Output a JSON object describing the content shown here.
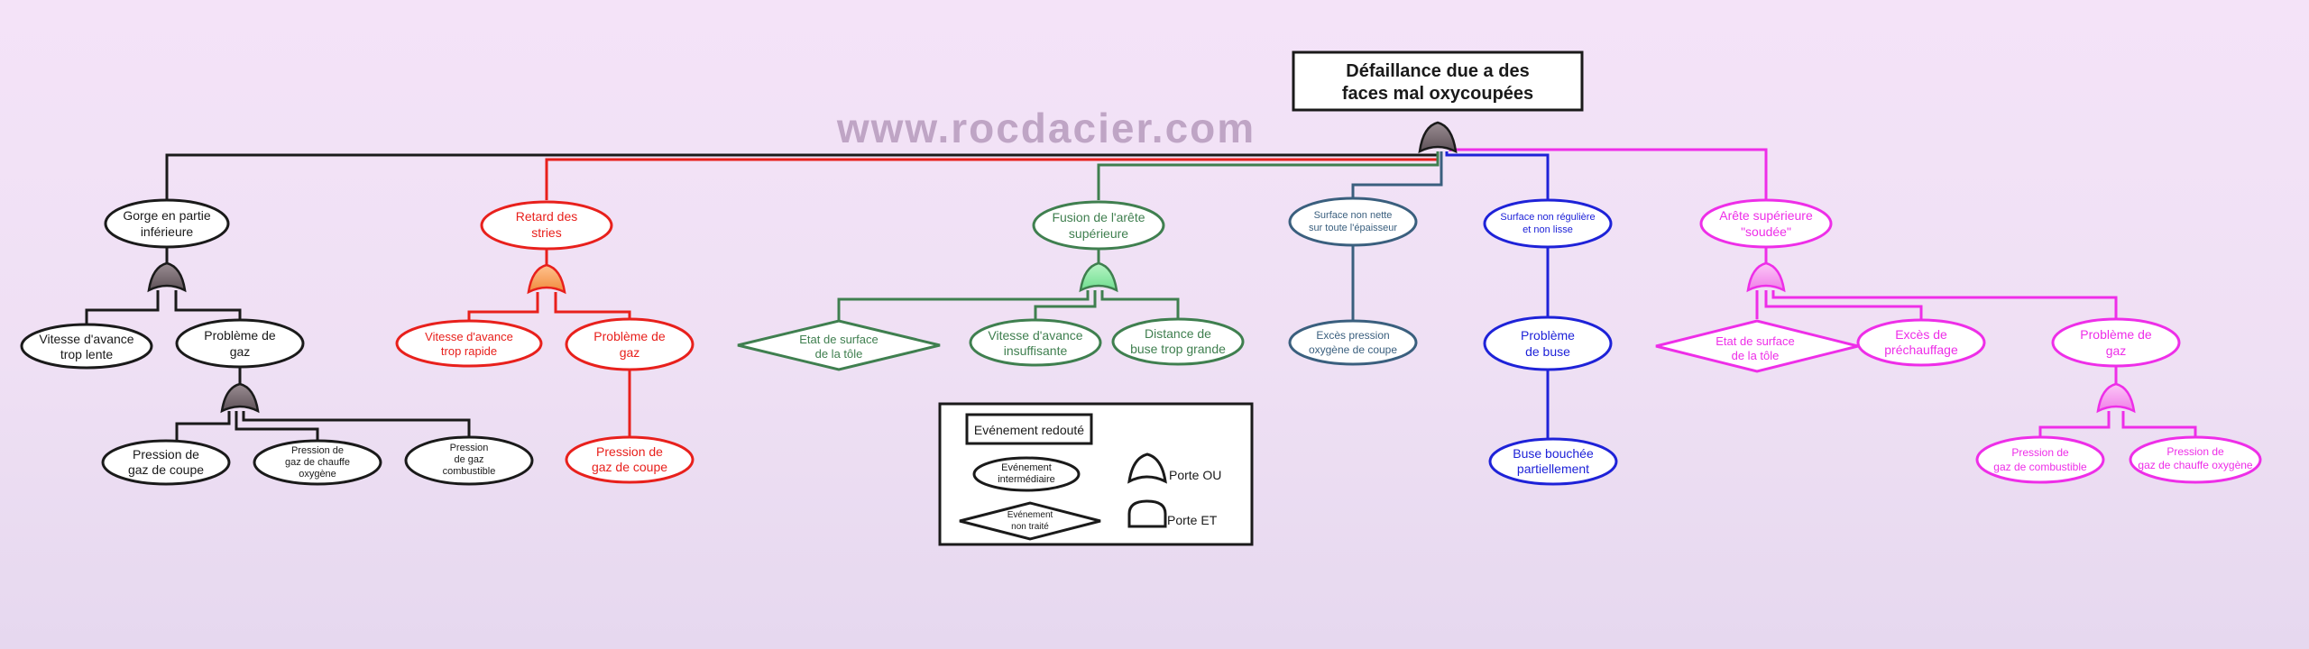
{
  "watermark": "www.rocdacier.com",
  "colors": {
    "black": "#1a1a1a",
    "red": "#e8201c",
    "green": "#3f7f4f",
    "steel": "#3a5f7e",
    "blue": "#1e22d8",
    "magenta": "#ee2ee8",
    "gate_gray": "#7b6e74",
    "gate_orange": "#f7a15c",
    "gate_green": "#8ee9a8",
    "gate_pink": "#f6a4f0"
  },
  "top_event": {
    "line1": "Défaillance due a des",
    "line2": "faces mal oxycoupées"
  },
  "branches": {
    "gorge": {
      "label": [
        "Gorge en partie",
        "inférieure"
      ],
      "vitesse_lente": [
        "Vitesse d'avance",
        "trop lente"
      ],
      "probleme_gaz": [
        "Problème de",
        "gaz"
      ],
      "pression_coupe": [
        "Pression de",
        "gaz de coupe"
      ],
      "pression_chauffe": [
        "Pression de",
        "gaz de chauffe",
        "oxygène"
      ],
      "pression_combustible": [
        "Pression",
        "de gaz",
        "combustible"
      ]
    },
    "retard": {
      "label": [
        "Retard des",
        "stries"
      ],
      "vitesse_rapide": [
        "Vitesse d'avance",
        "trop rapide"
      ],
      "probleme_gaz": [
        "Problème de",
        "gaz"
      ],
      "pression_coupe": [
        "Pression de",
        "gaz de coupe"
      ]
    },
    "fusion": {
      "label": [
        "Fusion de l'arête",
        "supérieure"
      ],
      "etat_surface": [
        "Etat de surface",
        "de la tôle"
      ],
      "vitesse_insuffisante": [
        "Vitesse d'avance",
        "insuffisante"
      ],
      "distance_buse": [
        "Distance de",
        "buse trop grande"
      ]
    },
    "surface_nette": {
      "label": [
        "Surface non nette",
        "sur toute l'épaisseur"
      ],
      "exces_pression": [
        "Excès pression",
        "oxygène de coupe"
      ]
    },
    "surface_reguliere": {
      "label": [
        "Surface non régulière",
        "et non lisse"
      ],
      "probleme_buse": [
        "Problème",
        "de buse"
      ],
      "buse_bouchee": [
        "Buse bouchée",
        "partiellement"
      ]
    },
    "arete_soudee": {
      "label": [
        "Arête supérieure",
        "\"soudée\""
      ],
      "etat_surface": [
        "Etat de surface",
        "de la tôle"
      ],
      "exces_prechauffage": [
        "Excès de",
        "préchauffage"
      ],
      "probleme_gaz": [
        "Problème de",
        "gaz"
      ],
      "pression_combustible": [
        "Pression de",
        "gaz de combustible"
      ],
      "pression_chauffe": [
        "Pression de",
        "gaz de chauffe oxygène"
      ]
    }
  },
  "legend": {
    "redoute": "Evénement redouté",
    "intermediaire": [
      "Evénement",
      "intermédiaire"
    ],
    "non_traite": [
      "Evénement",
      "non traité"
    ],
    "porte_ou": "Porte OU",
    "porte_et": "Porte ET"
  }
}
